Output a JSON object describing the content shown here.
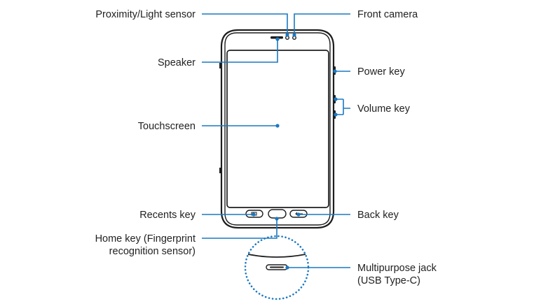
{
  "labels": {
    "proximity_light_sensor": "Proximity/Light sensor",
    "front_camera": "Front camera",
    "speaker": "Speaker",
    "power_key": "Power key",
    "volume_key": "Volume key",
    "touchscreen": "Touchscreen",
    "recents_key": "Recents key",
    "back_key": "Back key",
    "home_key_line1": "Home key (Fingerprint",
    "home_key_line2": "recognition sensor)",
    "multipurpose_jack_line1": "Multipurpose jack",
    "multipurpose_jack_line2": "(USB Type-C)"
  },
  "colors": {
    "leader_line": "#1a78c2",
    "device_outline": "#1e1e1e",
    "text": "#222222"
  }
}
